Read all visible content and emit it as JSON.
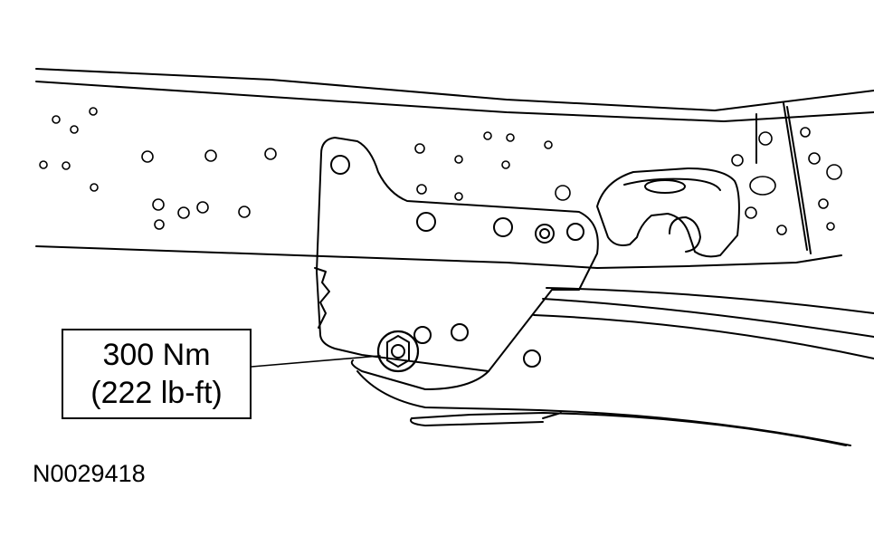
{
  "callout": {
    "torque_nm": "300 Nm",
    "torque_lbft": "(222 lb-ft)"
  },
  "figure_id": "N0029418",
  "colors": {
    "line": "#000000",
    "background": "#ffffff"
  }
}
